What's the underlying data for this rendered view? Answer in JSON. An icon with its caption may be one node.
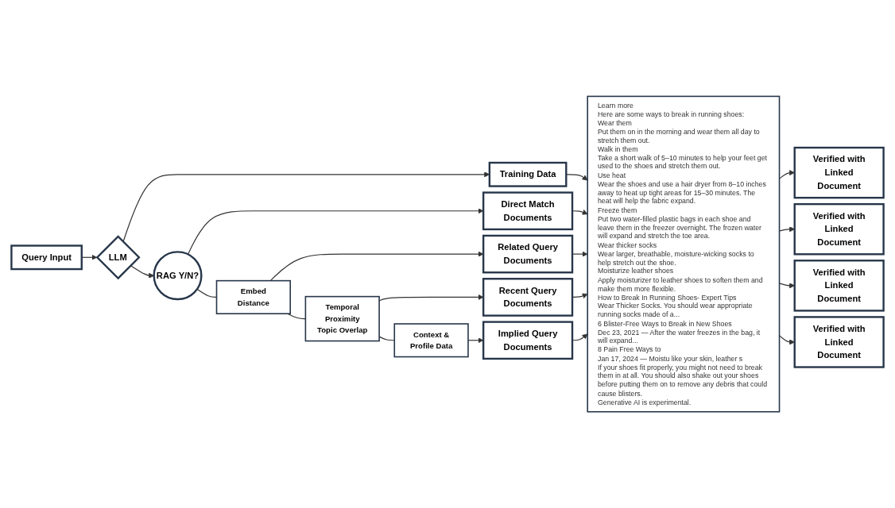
{
  "diagram": {
    "nodes": [
      {
        "text": [
          "Query Input"
        ]
      },
      {
        "text": [
          "LLM"
        ]
      },
      {
        "text": [
          "Training Data"
        ]
      },
      {
        "text": [
          "RAG Y/N?"
        ]
      },
      {
        "text": [
          "Embed Distance"
        ]
      },
      {
        "text": [
          "Direct Match Documents"
        ]
      },
      {
        "text": [
          "Temporal Proximity Topic Overlap"
        ]
      },
      {
        "text": [
          "Related Query Documents"
        ]
      },
      {
        "text": [
          "Context & Profile Data"
        ]
      },
      {
        "text": [
          "Recent Query Documents"
        ]
      },
      {
        "text": [
          "Implied Query Documents"
        ]
      },
      {
        "text": [
          "Learn more",
          "Here are some ways to break in running shoes:",
          "Wear them",
          "Put them on in the morning and wear them all day to stretch them out.",
          "Walk in them",
          "Take a short walk of 5–10 minutes to help your feet get used to the shoes and stretch them out.",
          "Use heat",
          "Wear the shoes and use a hair dryer from 8–10 inches away to heat up tight areas for 15–30 minutes. The heat will help the fabric expand.",
          "Freeze them",
          "Put two water-filled plastic bags in each shoe and leave them in the freezer overnight. The frozen water will expand and stretch the toe area.",
          "Wear thicker socks",
          "Wear larger, breathable, moisture-wicking socks to help stretch out the shoe.",
          "Moisturize leather shoes",
          "Apply moisturizer to leather shoes to soften them and make them more flexible.",
          "How to Break In Running Shoes- Expert Tips",
          "Wear Thicker Socks. You should wear appropriate running socks made of a...",
          "6 Blister-Free Ways to Break in New Shoes",
          "Dec 23, 2021 — After the water freezes in the bag, it will expand...",
          "8 Pain Free Ways to",
          "Jan 17, 2024 — Moistu like your skin, leather s",
          "If your shoes fit properly, you might not need to break them in at all. You should also shake out your shoes before putting them on to remove any debris that could cause blisters.",
          "Generative AI is experimental."
        ]
      },
      {
        "text": [
          "Verified with Linked Document"
        ]
      },
      {
        "text": [
          "Verified with Linked Document"
        ]
      },
      {
        "text": [
          "Verified with Linked Document"
        ]
      },
      {
        "text": [
          "Verified with Linked Document"
        ]
      }
    ],
    "edges": [
      {
        "from": 0,
        "to": 1,
        "arrow": "to"
      },
      {
        "from": 1,
        "to": 2,
        "arrow": "to"
      },
      {
        "from": 2,
        "to": 11,
        "arrow": "to"
      },
      {
        "from": 1,
        "to": 3,
        "arrow": "to"
      },
      {
        "from": 3,
        "to": 5,
        "arrow": "to"
      },
      {
        "from": 3,
        "to": 4,
        "arrow": "none"
      },
      {
        "from": 4,
        "to": 7,
        "arrow": "to"
      },
      {
        "from": 4,
        "to": 6,
        "arrow": "none"
      },
      {
        "from": 6,
        "to": 9,
        "arrow": "to"
      },
      {
        "from": 6,
        "to": 8,
        "arrow": "none"
      },
      {
        "from": 8,
        "to": 10,
        "arrow": "to"
      },
      {
        "from": 5,
        "to": 11,
        "arrow": "to"
      },
      {
        "from": 7,
        "to": 11,
        "arrow": "to"
      },
      {
        "from": 9,
        "to": 11,
        "arrow": "to"
      },
      {
        "from": 10,
        "to": 11,
        "arrow": "to"
      },
      {
        "from": 11,
        "to": 12,
        "arrow": "to"
      },
      {
        "from": 11,
        "to": 13,
        "arrow": "to"
      },
      {
        "from": 11,
        "to": 14,
        "arrow": "to"
      },
      {
        "from": 11,
        "to": 15,
        "arrow": "to"
      }
    ]
  }
}
